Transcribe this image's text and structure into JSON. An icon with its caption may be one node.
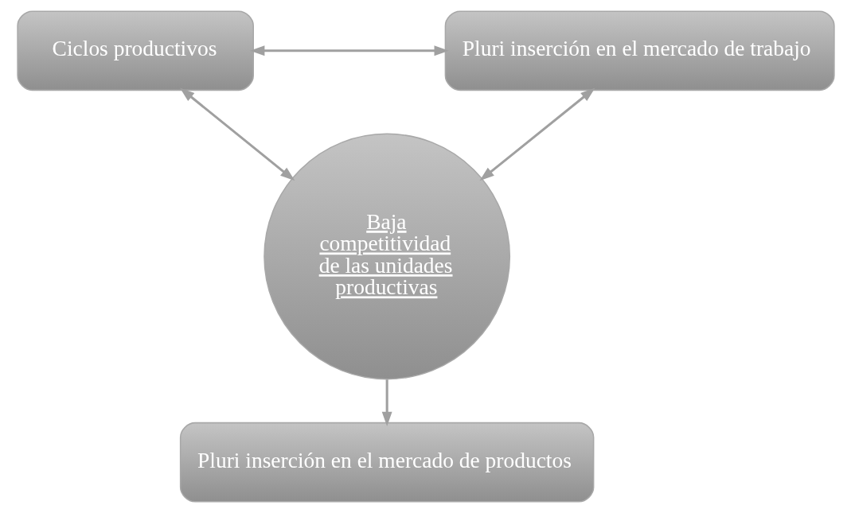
{
  "diagram": {
    "nodes": [
      {
        "text": [
          "Ciclos productivos"
        ]
      },
      {
        "text": [
          "Pluri inserción en el mercado de trabajo"
        ]
      },
      {
        "text": [
          "Baja competitividad de las unidades productivas"
        ]
      },
      {
        "text": [
          "Pluri inserción en el mercado de productos"
        ]
      }
    ],
    "edges": [
      {
        "from": 0,
        "to": 1,
        "arrow": "both"
      },
      {
        "from": 0,
        "to": 2,
        "arrow": "both"
      },
      {
        "from": 1,
        "to": 2,
        "arrow": "both"
      },
      {
        "from": 2,
        "to": 3,
        "arrow": "to"
      }
    ]
  }
}
